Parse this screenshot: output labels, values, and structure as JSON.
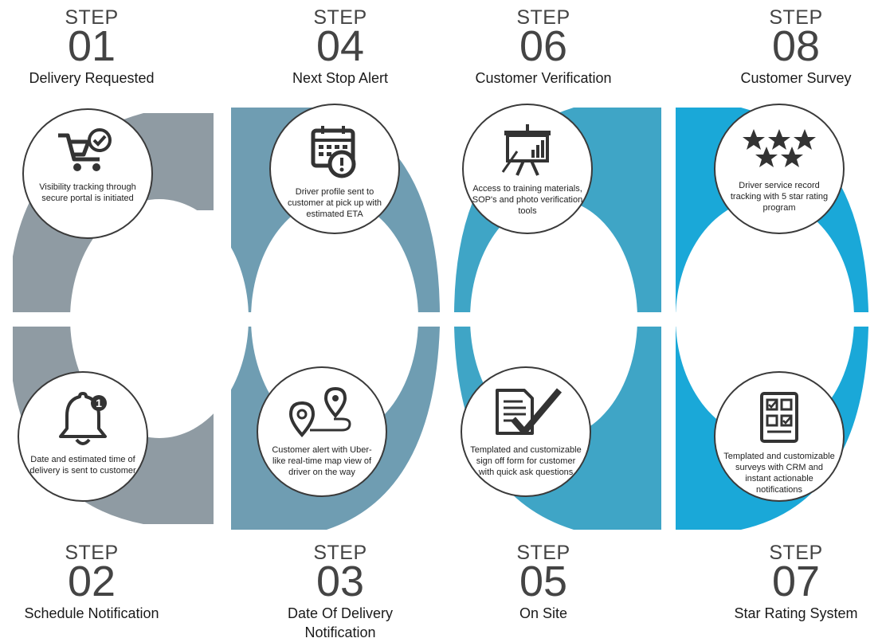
{
  "colors": {
    "gray": "#8c9aa3",
    "slate": "#6f9bb0",
    "teal": "#3aa3c3",
    "blue": "#17a7d6",
    "circle_border": "#3a3a3a"
  },
  "steps": [
    {
      "word": "STEP",
      "number": "01",
      "title": "Delivery Requested",
      "desc": "Visibility tracking through secure portal is initiated",
      "icon": "shopping-cart-check-icon"
    },
    {
      "word": "STEP",
      "number": "04",
      "title": "Next Stop Alert",
      "desc": "Driver profile sent to customer at pick up with estimated ETA",
      "icon": "calendar-alert-icon"
    },
    {
      "word": "STEP",
      "number": "06",
      "title": "Customer Verification",
      "desc": "Access to training materials, SOP's and photo verification tools",
      "icon": "presentation-board-icon"
    },
    {
      "word": "STEP",
      "number": "08",
      "title": "Customer Survey",
      "desc": "Driver service record tracking with 5 star rating program",
      "icon": "five-stars-icon"
    },
    {
      "word": "STEP",
      "number": "02",
      "title": "Schedule Notification",
      "desc": "Date and estimated time of delivery is sent to customer",
      "icon": "bell-notification-icon",
      "badge": "1"
    },
    {
      "word": "STEP",
      "number": "03",
      "title": "Date Of Delivery Notification",
      "desc": "Customer alert with Uber-like real-time map view of driver on the way",
      "icon": "map-route-icon"
    },
    {
      "word": "STEP",
      "number": "05",
      "title": "On Site",
      "desc": "Templated and customizable sign off form for customer with quick ask questions",
      "icon": "signoff-document-icon"
    },
    {
      "word": "STEP",
      "number": "07",
      "title": "Star Rating System",
      "desc": "Templated and customizable surveys with CRM and instant actionable notifications",
      "icon": "survey-checklist-icon"
    }
  ]
}
